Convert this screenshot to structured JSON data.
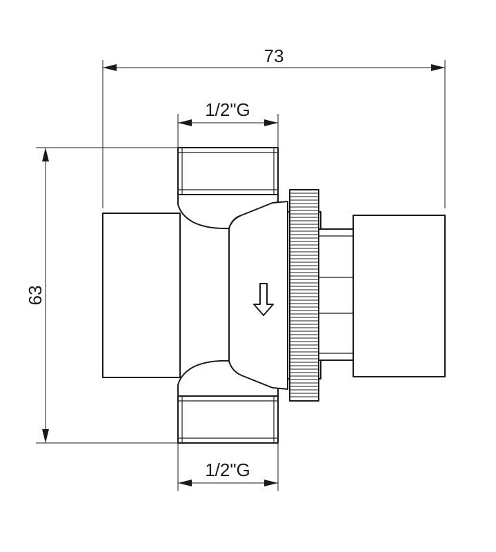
{
  "dimensions": {
    "overall_width": "73",
    "overall_height": "63",
    "top_thread": "1/2\"G",
    "bottom_thread": "1/2\"G"
  },
  "flow_direction": "down",
  "colors": {
    "line": "#1a1a1a",
    "background": "#ffffff"
  }
}
